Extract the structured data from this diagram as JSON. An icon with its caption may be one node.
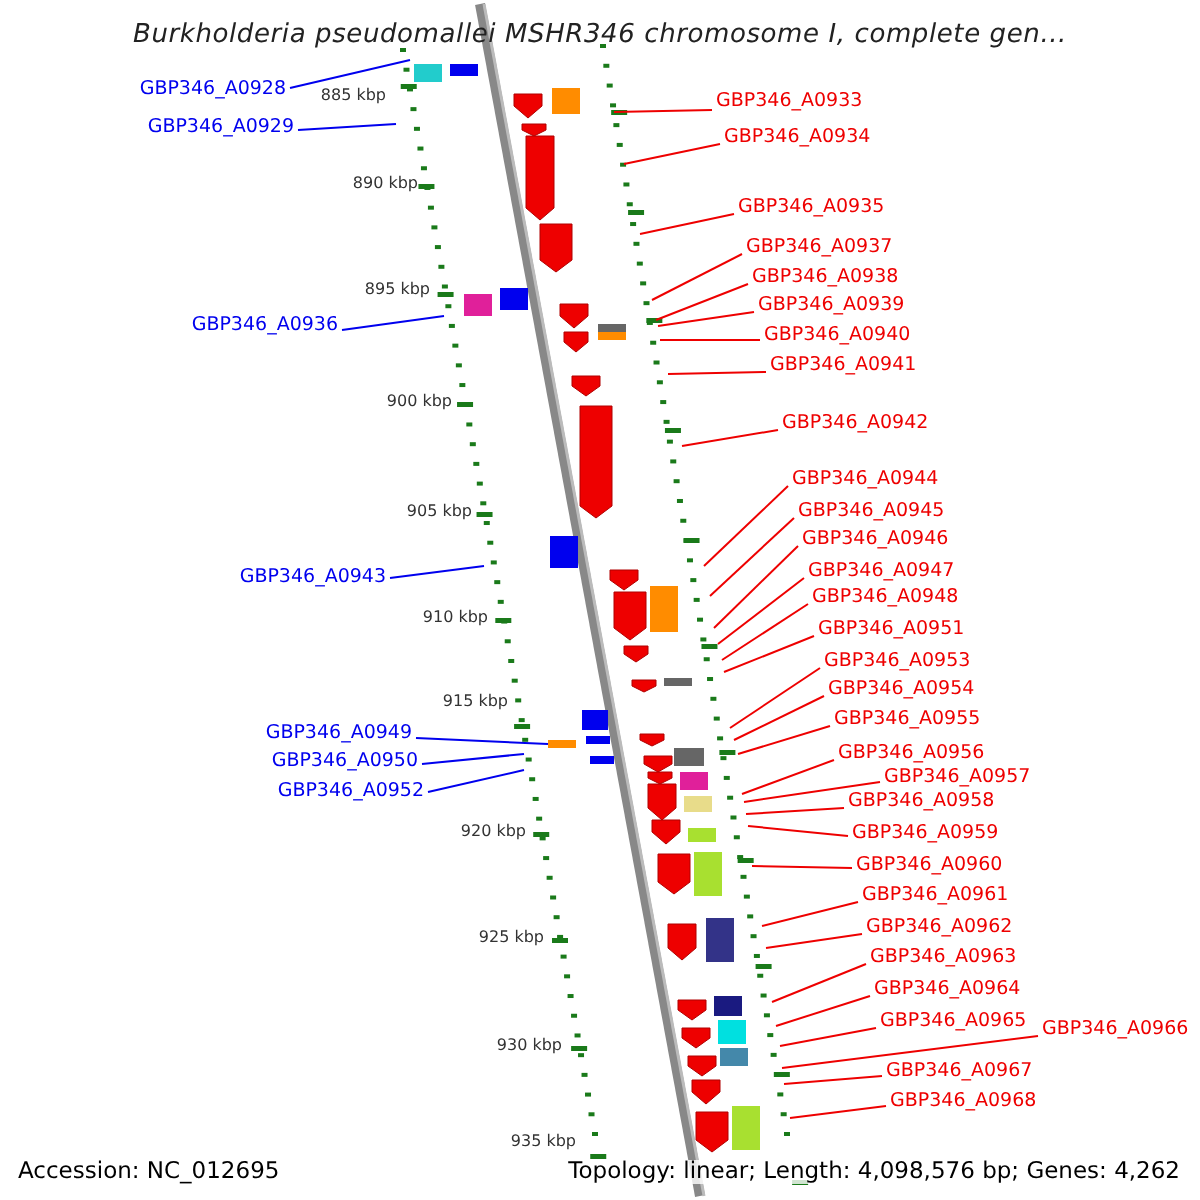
{
  "diagram": {
    "title": "Burkholderia pseudomallei MSHR346 chromosome I, complete gen...",
    "nodes": [
      {
        "text": [
          "GBP346_A0928"
        ]
      },
      {
        "text": [
          "GBP346_A0929"
        ]
      },
      {
        "text": [
          "GBP346_A0936"
        ]
      },
      {
        "text": [
          "GBP346_A0943"
        ]
      },
      {
        "text": [
          "GBP346_A0949"
        ]
      },
      {
        "text": [
          "GBP346_A0950"
        ]
      },
      {
        "text": [
          "GBP346_A0952"
        ]
      },
      {
        "text": [
          "GBP346_A0933"
        ]
      },
      {
        "text": [
          "GBP346_A0934"
        ]
      },
      {
        "text": [
          "GBP346_A0935"
        ]
      },
      {
        "text": [
          "GBP346_A0937"
        ]
      },
      {
        "text": [
          "GBP346_A0938"
        ]
      },
      {
        "text": [
          "GBP346_A0939"
        ]
      },
      {
        "text": [
          "GBP346_A0940"
        ]
      },
      {
        "text": [
          "GBP346_A0941"
        ]
      },
      {
        "text": [
          "GBP346_A0942"
        ]
      },
      {
        "text": [
          "GBP346_A0944"
        ]
      },
      {
        "text": [
          "GBP346_A0945"
        ]
      },
      {
        "text": [
          "GBP346_A0946"
        ]
      },
      {
        "text": [
          "GBP346_A0947"
        ]
      },
      {
        "text": [
          "GBP346_A0948"
        ]
      },
      {
        "text": [
          "GBP346_A0951"
        ]
      },
      {
        "text": [
          "GBP346_A0953"
        ]
      },
      {
        "text": [
          "GBP346_A0954"
        ]
      },
      {
        "text": [
          "GBP346_A0955"
        ]
      },
      {
        "text": [
          "GBP346_A0956"
        ]
      },
      {
        "text": [
          "GBP346_A0957"
        ]
      },
      {
        "text": [
          "GBP346_A0958"
        ]
      },
      {
        "text": [
          "GBP346_A0959"
        ]
      },
      {
        "text": [
          "GBP346_A0960"
        ]
      },
      {
        "text": [
          "GBP346_A0961"
        ]
      },
      {
        "text": [
          "GBP346_A0962"
        ]
      },
      {
        "text": [
          "GBP346_A0963"
        ]
      },
      {
        "text": [
          "GBP346_A0964"
        ]
      },
      {
        "text": [
          "GBP346_A0965"
        ]
      },
      {
        "text": [
          "GBP346_A0966"
        ]
      },
      {
        "text": [
          "GBP346_A0967"
        ]
      },
      {
        "text": [
          "GBP346_A0968"
        ]
      }
    ],
    "edges": [
      {
        "from": 0,
        "to": null,
        "arrow": "none",
        "color": "#0000ee"
      },
      {
        "from": 1,
        "to": null,
        "arrow": "none",
        "color": "#0000ee"
      },
      {
        "from": 2,
        "to": null,
        "arrow": "none",
        "color": "#0000ee"
      },
      {
        "from": 3,
        "to": null,
        "arrow": "none",
        "color": "#0000ee"
      },
      {
        "from": 4,
        "to": null,
        "arrow": "none",
        "color": "#0000ee"
      },
      {
        "from": 5,
        "to": null,
        "arrow": "none",
        "color": "#0000ee"
      },
      {
        "from": 6,
        "to": null,
        "arrow": "none",
        "color": "#0000ee"
      },
      {
        "from": 7,
        "to": null,
        "arrow": "none"
      },
      {
        "from": 8,
        "to": null,
        "arrow": "none"
      },
      {
        "from": 9,
        "to": null,
        "arrow": "none"
      },
      {
        "from": 10,
        "to": null,
        "arrow": "none"
      },
      {
        "from": 11,
        "to": null,
        "arrow": "none"
      },
      {
        "from": 12,
        "to": null,
        "arrow": "none"
      },
      {
        "from": 13,
        "to": null,
        "arrow": "none"
      },
      {
        "from": 14,
        "to": null,
        "arrow": "none"
      },
      {
        "from": 15,
        "to": null,
        "arrow": "none"
      },
      {
        "from": 16,
        "to": null,
        "arrow": "none"
      },
      {
        "from": 17,
        "to": null,
        "arrow": "none"
      },
      {
        "from": 18,
        "to": null,
        "arrow": "none"
      },
      {
        "from": 19,
        "to": null,
        "arrow": "none"
      },
      {
        "from": 20,
        "to": null,
        "arrow": "none"
      },
      {
        "from": 21,
        "to": null,
        "arrow": "none"
      },
      {
        "from": 22,
        "to": null,
        "arrow": "none"
      },
      {
        "from": 23,
        "to": null,
        "arrow": "none"
      },
      {
        "from": 24,
        "to": null,
        "arrow": "none"
      },
      {
        "from": 25,
        "to": null,
        "arrow": "none"
      },
      {
        "from": 26,
        "to": null,
        "arrow": "none"
      },
      {
        "from": 27,
        "to": null,
        "arrow": "none"
      },
      {
        "from": 28,
        "to": null,
        "arrow": "none"
      },
      {
        "from": 29,
        "to": null,
        "arrow": "none"
      },
      {
        "from": 30,
        "to": null,
        "arrow": "none"
      },
      {
        "from": 31,
        "to": null,
        "arrow": "none"
      },
      {
        "from": 32,
        "to": null,
        "arrow": "none"
      },
      {
        "from": 33,
        "to": null,
        "arrow": "none"
      },
      {
        "from": 34,
        "to": null,
        "arrow": "none"
      },
      {
        "from": 35,
        "to": null,
        "arrow": "none"
      },
      {
        "from": 36,
        "to": null,
        "arrow": "none"
      },
      {
        "from": 37,
        "to": null,
        "arrow": "none"
      }
    ],
    "labels": [
      "885 kbp",
      "890 kbp",
      "895 kbp",
      "900 kbp",
      "905 kbp",
      "910 kbp",
      "915 kbp",
      "920 kbp",
      "925 kbp",
      "930 kbp",
      "935 kbp",
      "Accession: NC_012695",
      "Topology: linear; Length: 4,098,576 bp; Genes: 4,262"
    ]
  }
}
